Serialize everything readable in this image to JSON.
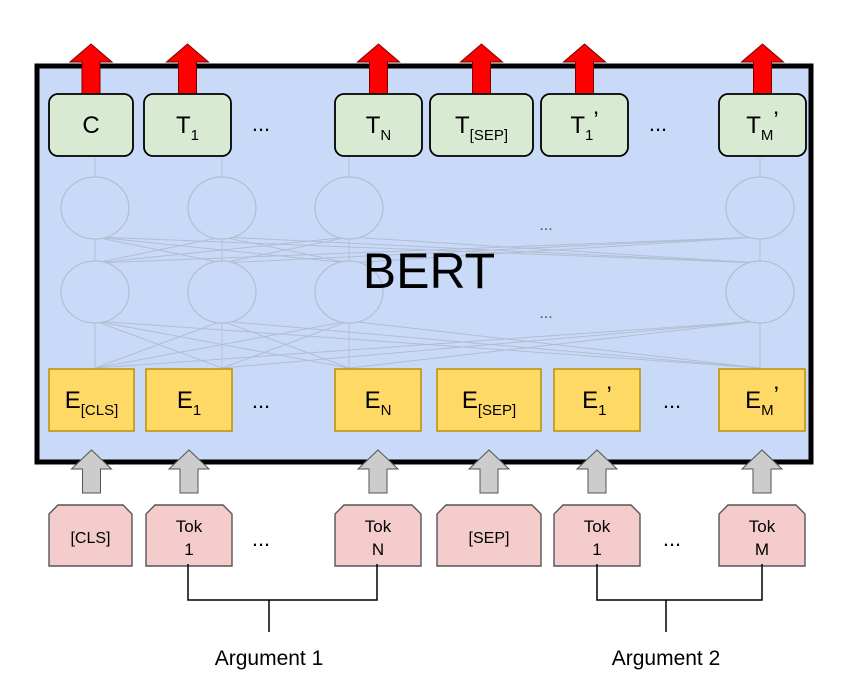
{
  "title": "BERT",
  "outputs": [
    {
      "main": "C",
      "sub": ""
    },
    {
      "main": "T",
      "sub": "1"
    },
    {
      "main": "T",
      "sub": "N"
    },
    {
      "main": "T",
      "sub": "[SEP]"
    },
    {
      "main": "T",
      "sub": "1",
      "prime": "’"
    },
    {
      "main": "T",
      "sub": "M",
      "prime": "’"
    }
  ],
  "embeddings": [
    {
      "main": "E",
      "sub": "[CLS]"
    },
    {
      "main": "E",
      "sub": "1"
    },
    {
      "main": "E",
      "sub": "N"
    },
    {
      "main": "E",
      "sub": "[SEP]"
    },
    {
      "main": "E",
      "sub": "1",
      "prime": "’"
    },
    {
      "main": "E",
      "sub": "M",
      "prime": "’"
    }
  ],
  "tokens": [
    {
      "line1": "[CLS]",
      "line2": ""
    },
    {
      "line1": "Tok",
      "line2": "1"
    },
    {
      "line1": "Tok",
      "line2": "N"
    },
    {
      "line1": "[SEP]",
      "line2": ""
    },
    {
      "line1": "Tok",
      "line2": "1"
    },
    {
      "line1": "Tok",
      "line2": "M"
    }
  ],
  "ellipsis": "...",
  "hidden_ellipsis": "...",
  "arguments": [
    "Argument 1",
    "Argument 2"
  ],
  "colors": {
    "bert_fill": "#c9daf8",
    "bert_border": "#000000",
    "output_fill": "#d9ead3",
    "embedding_fill": "#ffd966",
    "embedding_border": "#bf9000",
    "token_fill": "#f4cccc",
    "up_arrow_red": "#ff0000",
    "input_arrow_gray": "#cccccc"
  }
}
